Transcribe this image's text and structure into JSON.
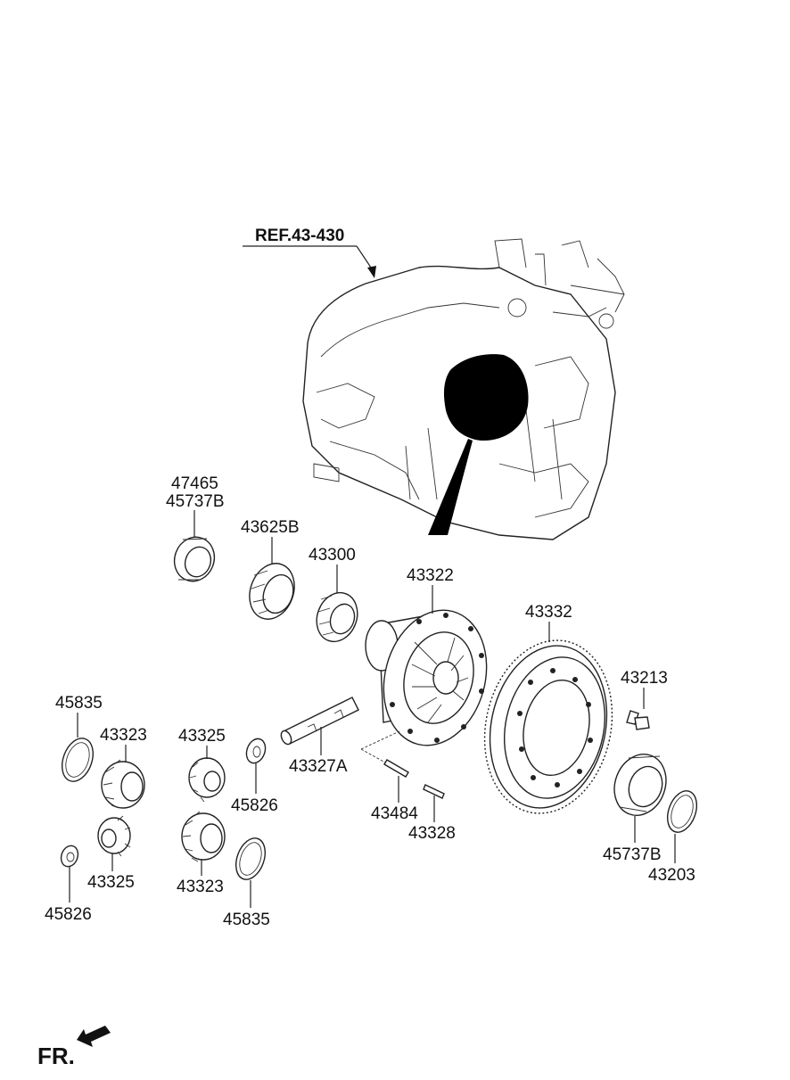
{
  "diagram": {
    "ref_label": "REF.43-430",
    "front_label": "FR.",
    "parts": {
      "p47465": "47465",
      "p45737B_top": "45737B",
      "p43625B": "43625B",
      "p43300": "43300",
      "p43322": "43322",
      "p43332": "43332",
      "p43213": "43213",
      "p45835_left": "45835",
      "p43323_left": "43323",
      "p43325_mid": "43325",
      "p45826_mid": "45826",
      "p43327A": "43327A",
      "p43484": "43484",
      "p43328": "43328",
      "p45737B_right": "45737B",
      "p43203": "43203",
      "p43325_bottom": "43325",
      "p45826_bottom": "45826",
      "p43323_mid": "43323",
      "p45835_bottom": "45835"
    }
  }
}
